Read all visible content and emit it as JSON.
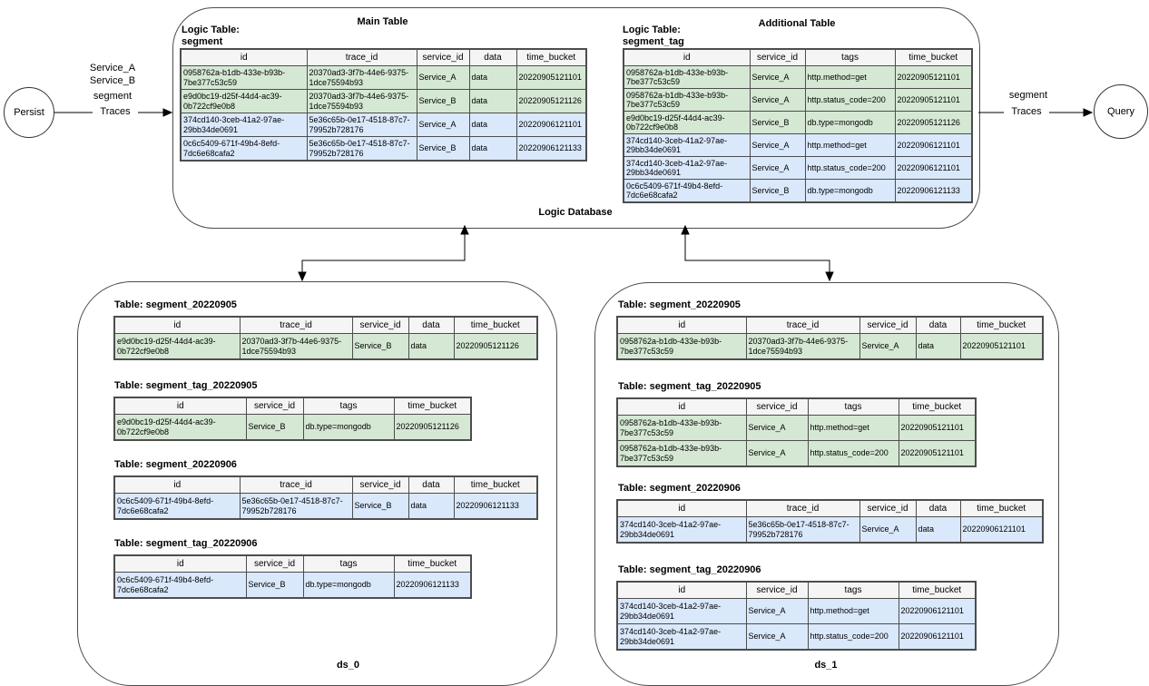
{
  "palette": {
    "green_row": "#d5e8d4",
    "blue_row": "#dae8fc",
    "header_fill": "#f5f5f5",
    "border": "#4d4d4d"
  },
  "persist": {
    "label": "Persist",
    "arrow_label_1": "Service_A",
    "arrow_label_2": "Service_B",
    "arrow_label_3": "segment",
    "arrow_line_label": "Traces"
  },
  "query": {
    "label": "Query",
    "arrow_label_1": "segment",
    "arrow_line_label": "Traces"
  },
  "logic_database": {
    "label": "Logic Database",
    "main_table": {
      "title": "Main Table",
      "logic_label": "Logic Table:",
      "logic_name": "segment",
      "columns": [
        "id",
        "trace_id",
        "service_id",
        "data",
        "time_bucket"
      ],
      "rows": [
        {
          "color": "green",
          "cells": [
            "0958762a-b1db-433e-b93b-7be377c53c59",
            "20370ad3-3f7b-44e6-9375-1dce75594b93",
            "Service_A",
            "data",
            "20220905121101"
          ]
        },
        {
          "color": "green",
          "cells": [
            "e9d0bc19-d25f-44d4-ac39-0b722cf9e0b8",
            "20370ad3-3f7b-44e6-9375-1dce75594b93",
            "Service_B",
            "data",
            "20220905121126"
          ]
        },
        {
          "color": "blue",
          "cells": [
            "374cd140-3ceb-41a2-97ae-29bb34de0691",
            "5e36c65b-0e17-4518-87c7-79952b728176",
            "Service_A",
            "data",
            "20220906121101"
          ]
        },
        {
          "color": "blue",
          "cells": [
            "0c6c5409-671f-49b4-8efd-7dc6e68cafa2",
            "5e36c65b-0e17-4518-87c7-79952b728176",
            "Service_B",
            "data",
            "20220906121133"
          ]
        }
      ]
    },
    "additional_table": {
      "title": "Additional  Table",
      "logic_label": "Logic Table:",
      "logic_name": "segment_tag",
      "columns": [
        "id",
        "service_id",
        "tags",
        "time_bucket"
      ],
      "rows": [
        {
          "color": "green",
          "cells": [
            "0958762a-b1db-433e-b93b-7be377c53c59",
            "Service_A",
            "http.method=get",
            "20220905121101"
          ]
        },
        {
          "color": "green",
          "cells": [
            "0958762a-b1db-433e-b93b-7be377c53c59",
            "Service_A",
            "http.status_code=200",
            "20220905121101"
          ]
        },
        {
          "color": "green",
          "cells": [
            "e9d0bc19-d25f-44d4-ac39-0b722cf9e0b8",
            "Service_B",
            "db.type=mongodb",
            "20220905121126"
          ]
        },
        {
          "color": "blue",
          "cells": [
            "374cd140-3ceb-41a2-97ae-29bb34de0691",
            "Service_A",
            "http.method=get",
            "20220906121101"
          ]
        },
        {
          "color": "blue",
          "cells": [
            "374cd140-3ceb-41a2-97ae-29bb34de0691",
            "Service_A",
            "http.status_code=200",
            "20220906121101"
          ]
        },
        {
          "color": "blue",
          "cells": [
            "0c6c5409-671f-49b4-8efd-7dc6e68cafa2",
            "Service_B",
            "db.type=mongodb",
            "20220906121133"
          ]
        }
      ]
    }
  },
  "datasources": [
    {
      "label": "ds_0",
      "tables": [
        {
          "title": "Table: segment_20220905",
          "columns": [
            "id",
            "trace_id",
            "service_id",
            "data",
            "time_bucket"
          ],
          "rows": [
            {
              "color": "green",
              "cells": [
                "e9d0bc19-d25f-44d4-ac39-0b722cf9e0b8",
                "20370ad3-3f7b-44e6-9375-1dce75594b93",
                "Service_B",
                "data",
                "20220905121126"
              ]
            }
          ]
        },
        {
          "title": "Table: segment_tag_20220905",
          "columns": [
            "id",
            "service_id",
            "tags",
            "time_bucket"
          ],
          "rows": [
            {
              "color": "green",
              "cells": [
                "e9d0bc19-d25f-44d4-ac39-0b722cf9e0b8",
                "Service_B",
                "db.type=mongodb",
                "20220905121126"
              ]
            }
          ]
        },
        {
          "title": "Table: segment_20220906",
          "columns": [
            "id",
            "trace_id",
            "service_id",
            "data",
            "time_bucket"
          ],
          "rows": [
            {
              "color": "blue",
              "cells": [
                "0c6c5409-671f-49b4-8efd-7dc6e68cafa2",
                "5e36c65b-0e17-4518-87c7-79952b728176",
                "Service_B",
                "data",
                "20220906121133"
              ]
            }
          ]
        },
        {
          "title": "Table: segment_tag_20220906",
          "columns": [
            "id",
            "service_id",
            "tags",
            "time_bucket"
          ],
          "rows": [
            {
              "color": "blue",
              "cells": [
                "0c6c5409-671f-49b4-8efd-7dc6e68cafa2",
                "Service_B",
                "db.type=mongodb",
                "20220906121133"
              ]
            }
          ]
        }
      ]
    },
    {
      "label": "ds_1",
      "tables": [
        {
          "title": "Table: segment_20220905",
          "columns": [
            "id",
            "trace_id",
            "service_id",
            "data",
            "time_bucket"
          ],
          "rows": [
            {
              "color": "green",
              "cells": [
                "0958762a-b1db-433e-b93b-7be377c53c59",
                "20370ad3-3f7b-44e6-9375-1dce75594b93",
                "Service_A",
                "data",
                "20220905121101"
              ]
            }
          ]
        },
        {
          "title": "Table: segment_tag_20220905",
          "columns": [
            "id",
            "service_id",
            "tags",
            "time_bucket"
          ],
          "rows": [
            {
              "color": "green",
              "cells": [
                "0958762a-b1db-433e-b93b-7be377c53c59",
                "Service_A",
                "http.method=get",
                "20220905121101"
              ]
            },
            {
              "color": "green",
              "cells": [
                "0958762a-b1db-433e-b93b-7be377c53c59",
                "Service_A",
                "http.status_code=200",
                "20220905121101"
              ]
            }
          ]
        },
        {
          "title": "Table: segment_20220906",
          "columns": [
            "id",
            "trace_id",
            "service_id",
            "data",
            "time_bucket"
          ],
          "rows": [
            {
              "color": "blue",
              "cells": [
                "374cd140-3ceb-41a2-97ae-29bb34de0691",
                "5e36c65b-0e17-4518-87c7-79952b728176",
                "Service_A",
                "data",
                "20220906121101"
              ]
            }
          ]
        },
        {
          "title": "Table: segment_tag_20220906",
          "columns": [
            "id",
            "service_id",
            "tags",
            "time_bucket"
          ],
          "rows": [
            {
              "color": "blue",
              "cells": [
                "374cd140-3ceb-41a2-97ae-29bb34de0691",
                "Service_A",
                "http.method=get",
                "20220906121101"
              ]
            },
            {
              "color": "blue",
              "cells": [
                "374cd140-3ceb-41a2-97ae-29bb34de0691",
                "Service_A",
                "http.status_code=200",
                "20220906121101"
              ]
            }
          ]
        }
      ]
    }
  ]
}
